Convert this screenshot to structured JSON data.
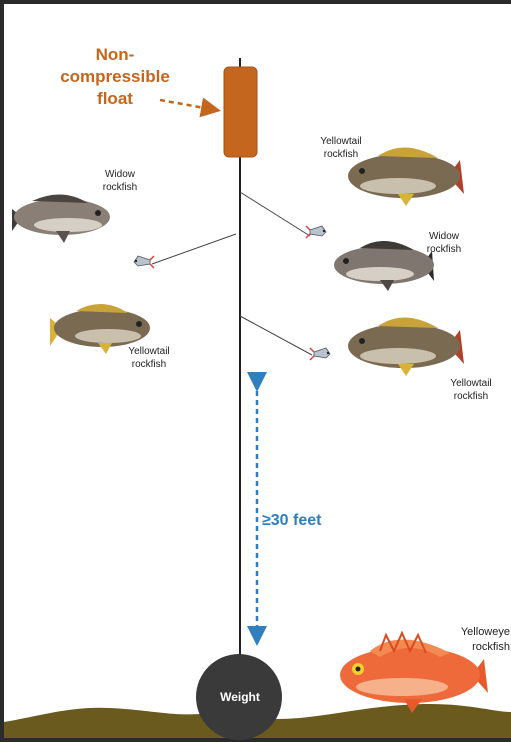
{
  "float_label": [
    "Non-",
    "compressible",
    "float"
  ],
  "depth_label": "≥30 feet",
  "weight_label": "Weight",
  "fish": {
    "widow_left": [
      "Widow",
      "rockfish"
    ],
    "yellowtail_left": [
      "Yellowtail",
      "rockfish"
    ],
    "yellowtail_top_right": [
      "Yellowtail",
      "rockfish"
    ],
    "widow_right": [
      "Widow",
      "rockfish"
    ],
    "yellowtail_bottom_right": [
      "Yellowtail",
      "rockfish"
    ],
    "yelloweye": [
      "Yelloweye",
      "rockfish"
    ]
  },
  "colors": {
    "float": "#c4661d",
    "float_text": "#c4661d",
    "depth_arrow": "#2f7fbf",
    "seafloor": "#6b5a1e",
    "weight": "#3a3a3a",
    "yelloweye": "#ef6a3a"
  }
}
